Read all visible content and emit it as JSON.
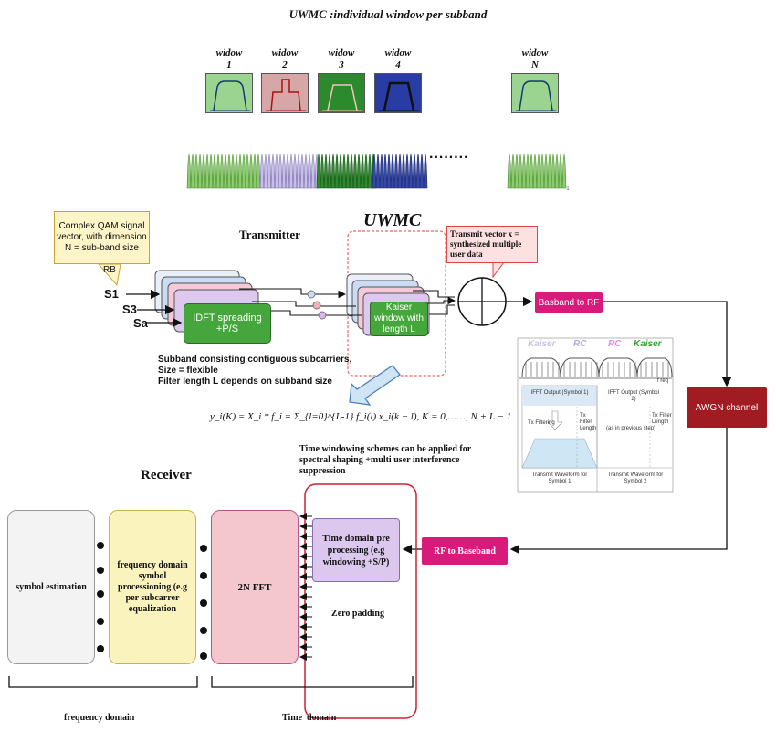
{
  "top": {
    "title": "UWMC :individual window per subband",
    "windows": [
      {
        "word": "widow",
        "num": "1"
      },
      {
        "word": "widow",
        "num": "2"
      },
      {
        "word": "widow",
        "num": "3"
      },
      {
        "word": "widow",
        "num": "4"
      },
      {
        "word": "widow",
        "num": "N"
      }
    ],
    "ellipsis": "........",
    "corner": "1"
  },
  "transmitter": {
    "heading": "UWMC",
    "title": "Transmitter",
    "callout": "Complex QAM signal vector, with dimension N = sub-band size",
    "rb": "RB",
    "inputs": [
      "S1",
      "S3",
      "Sa"
    ],
    "idft": "IDFT spreading +P/S",
    "kaiser": "Kaiser window with length L",
    "transmit_vector": "Transmit vector x = synthesized multiple user data",
    "baseband_to_rf": "Basband to RF",
    "subband_note": [
      "Subband consisting contiguous subcarriers,",
      "Size = flexible",
      "Filter length L depends on subband size"
    ],
    "equation_lhs": "y",
    "equation": "y_i(K) = X_i * f_i = Σ_{l=0}^{L-1} f_i(l) x_i(k − l),    K = 0,……, N + L − 1",
    "time_window_note": "Time windowing schemes can be applied for spectral shaping +multi user interference suppression"
  },
  "waveform": {
    "labels": [
      "Kaiser",
      "RC",
      "RC",
      "Kaiser"
    ],
    "colors": [
      "#c9c3e3",
      "#b7a7e0",
      "#e08ad8",
      "#2fa72f"
    ],
    "freq": "f req",
    "ifft1": "IFFT Output (Symbol 1)",
    "ifft2": "IFFT Output (Symbol 2)",
    "tx_filtering": "Tx Filtering",
    "tx_filter_length1": "Tx Filter Length",
    "tx_filter_length2": "Tx Filter Length",
    "prev_step": "(as in previous step)",
    "tw1": "Transmit Waveform for Symbol 1",
    "tw2": "Transmit Waveform for Symbol 2"
  },
  "channel": {
    "awgn": "AWGN channel",
    "rf_to_baseband": "RF to Baseband"
  },
  "receiver": {
    "title": "Receiver",
    "time_domain_pre": "Time domain pre processing (e.g windowing +S/P)",
    "zero_padding": "Zero padding",
    "fft": "2N FFT",
    "freq_proc": "frequency domain symbol processioning (e.g per subcarrer equalization",
    "symbol_est": "symbol estimation",
    "freq_domain": "frequency domain",
    "time_domain": "Time  domain"
  }
}
